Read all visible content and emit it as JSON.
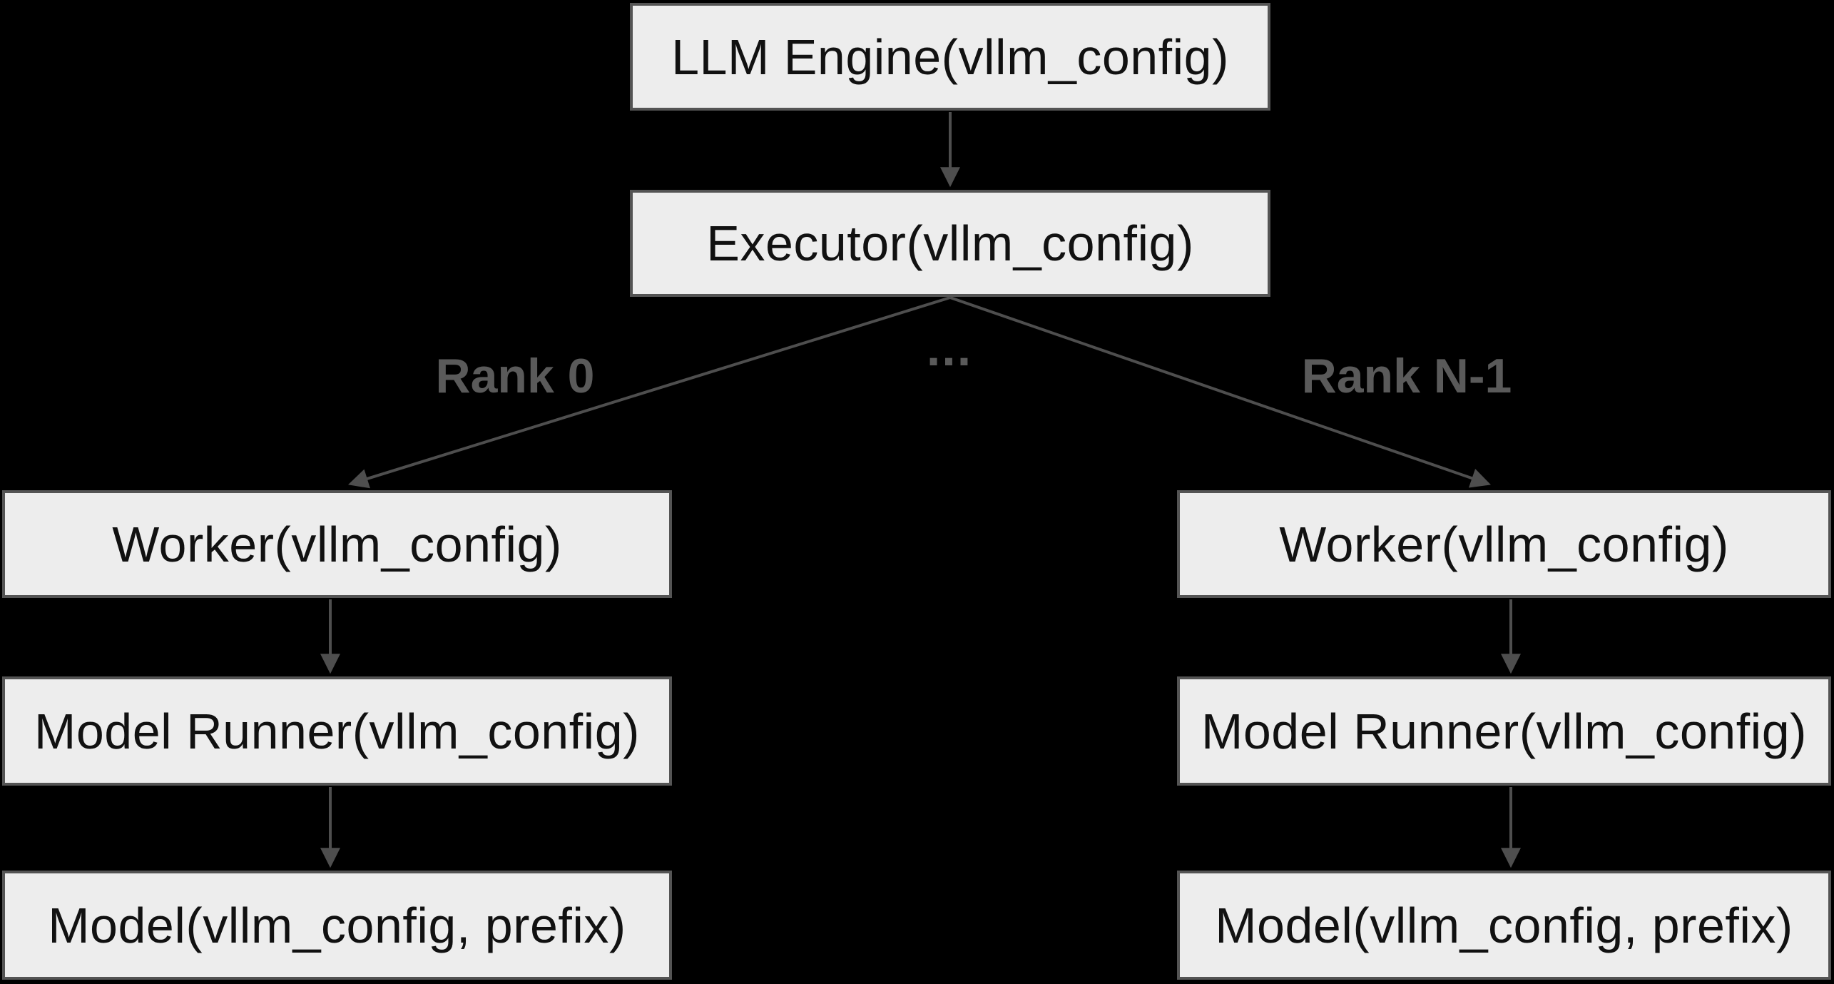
{
  "diagram": {
    "nodes": {
      "llm_engine": {
        "label": "LLM Engine(vllm_config)"
      },
      "executor": {
        "label": "Executor(vllm_config)"
      },
      "worker_left": {
        "label": "Worker(vllm_config)"
      },
      "model_runner_left": {
        "label": "Model Runner(vllm_config)"
      },
      "model_left": {
        "label": "Model(vllm_config, prefix)"
      },
      "worker_right": {
        "label": "Worker(vllm_config)"
      },
      "model_runner_right": {
        "label": "Model Runner(vllm_config)"
      },
      "model_right": {
        "label": "Model(vllm_config, prefix)"
      }
    },
    "edge_labels": {
      "rank_0": "Rank 0",
      "ellipsis": "...",
      "rank_n_minus_1": "Rank N-1"
    },
    "colors": {
      "background": "#000000",
      "node_fill": "#ededed",
      "node_border": "#545454",
      "node_text": "#111111",
      "edge": "#4e4e4e",
      "edge_label": "#5a5a5a"
    }
  }
}
